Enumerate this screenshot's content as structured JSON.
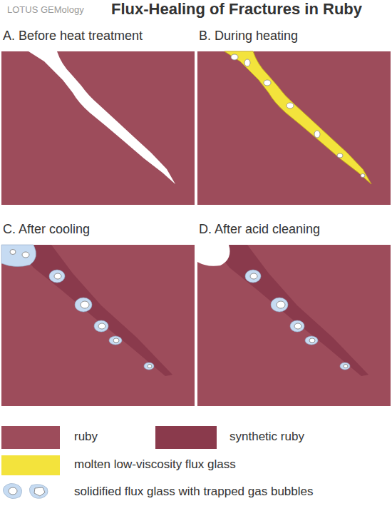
{
  "diagram": {
    "title": "Flux-Healing of Fractures in Ruby",
    "nodes": [
      {
        "text": [
          "A. Before heat treatment"
        ]
      },
      {
        "text": [
          "B. During heating"
        ]
      },
      {
        "text": [
          "C. After cooling"
        ]
      },
      {
        "text": [
          "D. After acid cleaning"
        ]
      }
    ],
    "labels": [
      "LOTUS GEMology"
    ],
    "legend": [
      {
        "text": "ruby",
        "color": "#9d4c5b"
      },
      {
        "text": "synthetic ruby",
        "color": "#8a3a4c"
      },
      {
        "text": "molten low-viscosity flux glass",
        "color": "#f3e33c"
      },
      {
        "text": "solidified flux glass with trapped gas bubbles"
      }
    ]
  }
}
